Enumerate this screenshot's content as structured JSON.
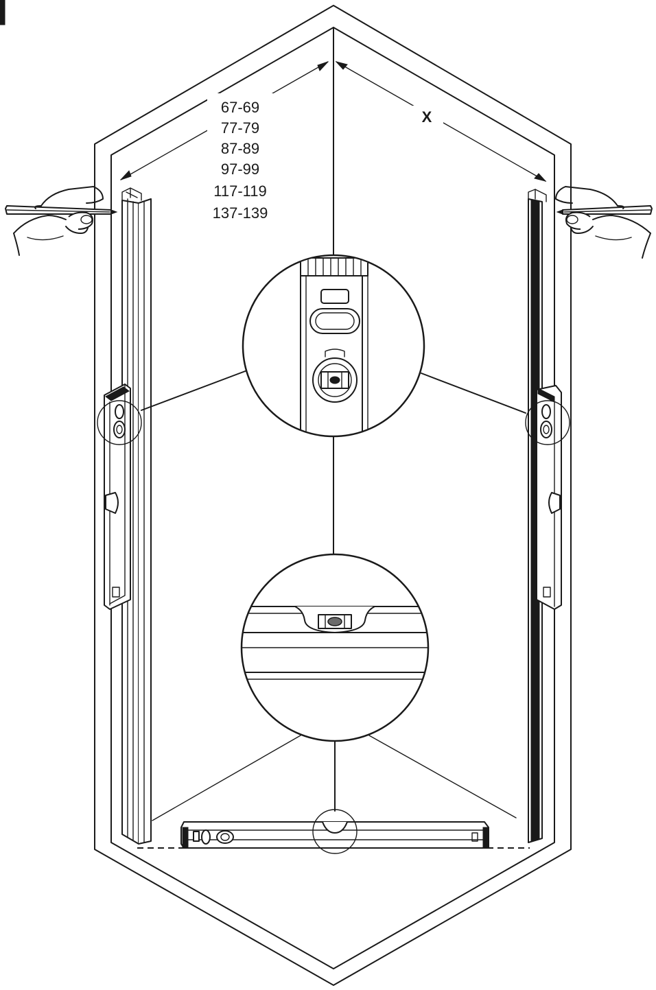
{
  "dimension_labels": [
    "67-69",
    "77-79",
    "87-89",
    "97-99",
    "117-119",
    "137-139"
  ],
  "variable_label": "X",
  "colors": {
    "line": "#1a1a1a",
    "background": "#ffffff",
    "bubble": "#6b6b6b"
  }
}
